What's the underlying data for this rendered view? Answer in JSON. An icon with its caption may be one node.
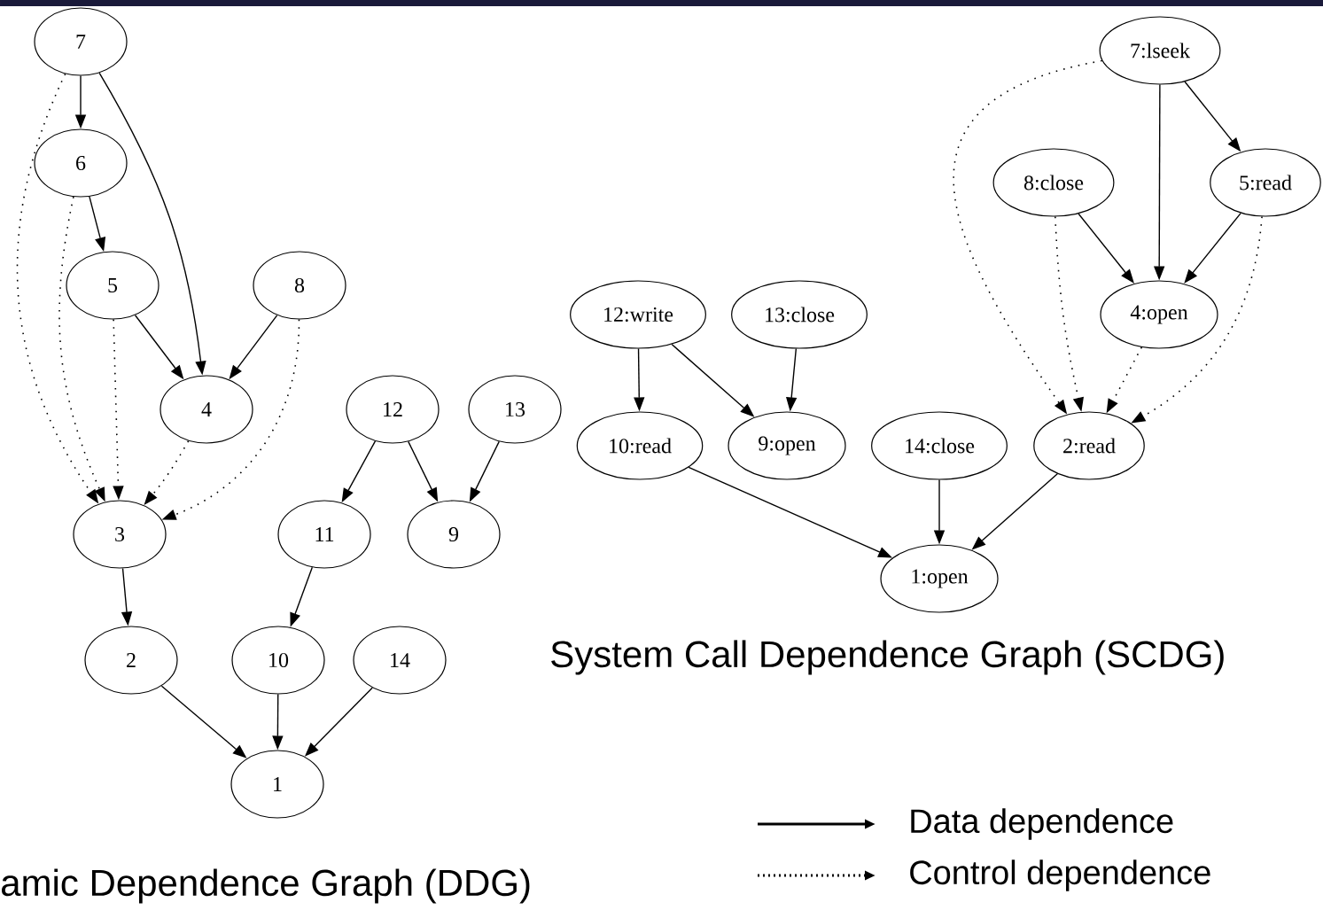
{
  "diagram": {
    "nodes": [
      {
        "text": [
          "7"
        ]
      },
      {
        "text": [
          "6"
        ]
      },
      {
        "text": [
          "5"
        ]
      },
      {
        "text": [
          "8"
        ]
      },
      {
        "text": [
          "4"
        ]
      },
      {
        "text": [
          "12"
        ]
      },
      {
        "text": [
          "13"
        ]
      },
      {
        "text": [
          "3"
        ]
      },
      {
        "text": [
          "11"
        ]
      },
      {
        "text": [
          "9"
        ]
      },
      {
        "text": [
          "2"
        ]
      },
      {
        "text": [
          "10"
        ]
      },
      {
        "text": [
          "14"
        ]
      },
      {
        "text": [
          "1"
        ]
      },
      {
        "text": [
          "7:lseek"
        ]
      },
      {
        "text": [
          "8:close"
        ]
      },
      {
        "text": [
          "5:read"
        ]
      },
      {
        "text": [
          "12:write"
        ]
      },
      {
        "text": [
          "13:close"
        ]
      },
      {
        "text": [
          "4:open"
        ]
      },
      {
        "text": [
          "10:read"
        ]
      },
      {
        "text": [
          "9:open"
        ]
      },
      {
        "text": [
          "14:close"
        ]
      },
      {
        "text": [
          "2:read"
        ]
      },
      {
        "text": [
          "1:open"
        ]
      }
    ],
    "edges": [
      {
        "from": 0,
        "to": 1,
        "arrow": "to"
      },
      {
        "from": 0,
        "to": 4,
        "arrow": "to"
      },
      {
        "from": 0,
        "to": 7,
        "arrow": "to",
        "style": "dashed"
      },
      {
        "from": 1,
        "to": 2,
        "arrow": "to"
      },
      {
        "from": 1,
        "to": 7,
        "arrow": "to",
        "style": "dashed"
      },
      {
        "from": 2,
        "to": 4,
        "arrow": "to"
      },
      {
        "from": 2,
        "to": 7,
        "arrow": "to",
        "style": "dashed"
      },
      {
        "from": 3,
        "to": 4,
        "arrow": "to"
      },
      {
        "from": 3,
        "to": 7,
        "arrow": "to",
        "style": "dashed"
      },
      {
        "from": 4,
        "to": 7,
        "arrow": "to",
        "style": "dashed"
      },
      {
        "from": 7,
        "to": 10,
        "arrow": "to"
      },
      {
        "from": 10,
        "to": 13,
        "arrow": "to"
      },
      {
        "from": 11,
        "to": 13,
        "arrow": "to"
      },
      {
        "from": 12,
        "to": 13,
        "arrow": "to"
      },
      {
        "from": 5,
        "to": 8,
        "arrow": "to"
      },
      {
        "from": 5,
        "to": 9,
        "arrow": "to"
      },
      {
        "from": 6,
        "to": 9,
        "arrow": "to"
      },
      {
        "from": 8,
        "to": 11,
        "arrow": "to"
      },
      {
        "from": 14,
        "to": 16,
        "arrow": "to"
      },
      {
        "from": 14,
        "to": 19,
        "arrow": "to"
      },
      {
        "from": 14,
        "to": 23,
        "arrow": "to",
        "style": "dashed"
      },
      {
        "from": 15,
        "to": 19,
        "arrow": "to"
      },
      {
        "from": 15,
        "to": 23,
        "arrow": "to",
        "style": "dashed"
      },
      {
        "from": 16,
        "to": 19,
        "arrow": "to"
      },
      {
        "from": 16,
        "to": 23,
        "arrow": "to",
        "style": "dashed"
      },
      {
        "from": 19,
        "to": 23,
        "arrow": "to",
        "style": "dashed"
      },
      {
        "from": 17,
        "to": 20,
        "arrow": "to"
      },
      {
        "from": 17,
        "to": 21,
        "arrow": "to"
      },
      {
        "from": 18,
        "to": 21,
        "arrow": "to"
      },
      {
        "from": 20,
        "to": 24,
        "arrow": "to"
      },
      {
        "from": 22,
        "to": 24,
        "arrow": "to"
      },
      {
        "from": 23,
        "to": 24,
        "arrow": "to"
      }
    ],
    "labels": [
      "System Call Dependence Graph (SCDG)",
      "amic Dependence Graph (DDG)"
    ],
    "legend": [
      {
        "text": "Data dependence"
      },
      {
        "text": "Control dependence"
      }
    ]
  }
}
